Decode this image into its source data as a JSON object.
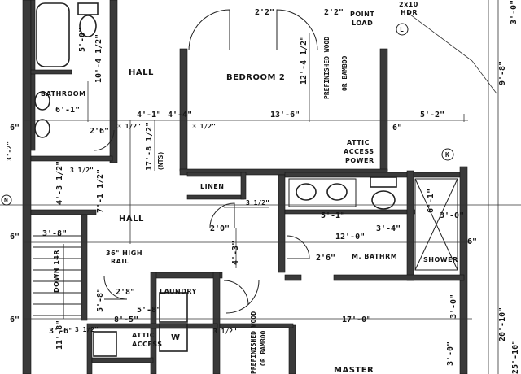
{
  "rooms": {
    "bedroom2": "BEDROOM 2",
    "bathroom": "BATHROOM",
    "hall_top": "HALL",
    "hall_mid": "HALL",
    "linen": "LINEN",
    "laundry": "LAUNDRY",
    "w": "W",
    "m_bath": "M. BATHRM",
    "shower": "SHOWER",
    "master": "MASTER",
    "attic_power": [
      "ATTIC",
      "ACCESS",
      "POWER"
    ],
    "attic_access": [
      "ATTIC",
      "ACCESS"
    ],
    "point_load": [
      "POINT",
      "LOAD"
    ],
    "hdr": [
      "2x10",
      "HDR"
    ],
    "rail": [
      "36\" HIGH",
      "RAIL"
    ],
    "stairs": "DOWN 14R",
    "nts": "(NTS)",
    "wood_flr1": [
      "PREFINISHED WOOD",
      "OR BAMBOO"
    ],
    "wood_flr2": [
      "PREFINISHED WOOD",
      "OR BAMBOO"
    ],
    "bubble_l": "L",
    "bubble_k": "K",
    "bubble_n": "N"
  },
  "dims": {
    "d_2_2a": "2'2\"",
    "d_2_2b": "2'2\"",
    "d_3_0_top": "3'-0\"",
    "d_9_8": "9'-8\"",
    "d_12_4": "12'-4 1/2\"",
    "d_5_0": "5'-0\"",
    "d_10_4": "10'-4 1/2\"",
    "d_6_1": "6'-1\"",
    "d_13_6": "13'-6\"",
    "d_5_2": "5'-2\"",
    "d_4_1": "4'-1\"",
    "d_4_4": "4'-4\"",
    "d_2_6a": "2'6\"",
    "d_17_8": "17'-8 1/2\"",
    "d_6": "6\"",
    "d_3_2": "3'-2\"",
    "d_4_3": "4'-3 1/2\"",
    "d_7_1": "7'-1 1/2\"",
    "d_5_1": "5'-1\"",
    "d_12_0": "12'-0\"",
    "d_3_4": "3'-4\"",
    "d_6_1b": "6'-1\"",
    "d_3_0_shower": "3'-0\"",
    "d_2_0": "2'0\"",
    "d_2_6b": "2'6\"",
    "d_3_8": "3'-8\"",
    "d_2_8": "2'8\"",
    "d_5_8": "5'-8\"",
    "d_5_8b": "5'-8\"",
    "d_8_5": "8'-5\"",
    "d_3_6": "3'-6\"",
    "d_4_3b": "4'-3\"",
    "d_17_0": "17'-0\"",
    "d_11_8": "11'-8\"",
    "d_20_10": "20'-10\"",
    "d_25_10": "25'-10\"",
    "d_3_0_master": "3'-0\"",
    "d_3_0_right": "3'-0\"",
    "d_34a": "3 1/2\"",
    "d_34b": "3 1/2\"",
    "d_34c": "3 1/2\"",
    "d_34d": "3 1/2\"",
    "d_34e": "3 1/2\"",
    "d_34f": "3 1/2\"",
    "d_6b": "6\"",
    "d_6c": "6\"",
    "d_6d": "6\"",
    "d_6e": "6\""
  }
}
